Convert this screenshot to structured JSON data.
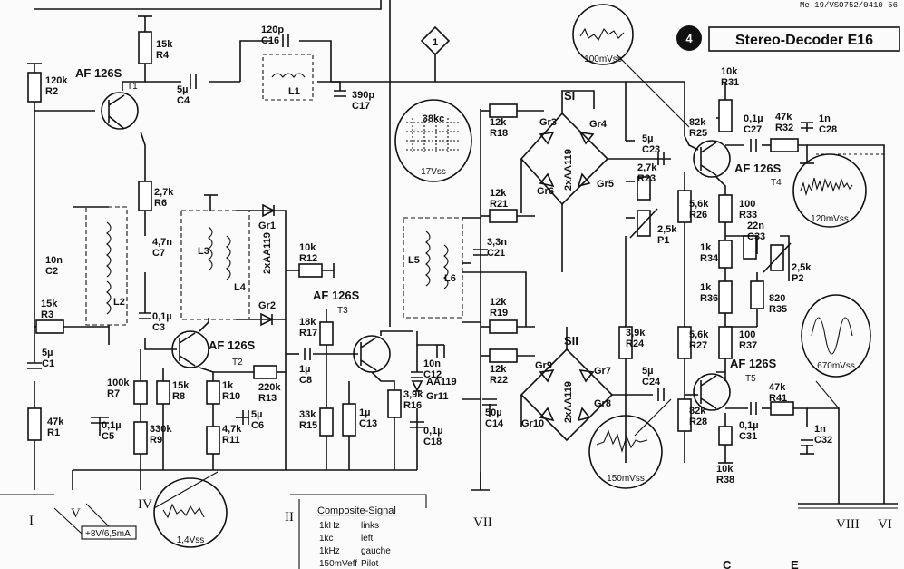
{
  "header": {
    "ref_number": "Me 19/VSO752/0410 56",
    "badge": "4",
    "title": "Stereo-Decoder E16"
  },
  "node_marker": "1",
  "transistors": [
    {
      "id": "T1",
      "type": "AF 126S"
    },
    {
      "id": "T2",
      "type": "AF 126S"
    },
    {
      "id": "T3",
      "type": "AF 126S"
    },
    {
      "id": "T4",
      "type": "AF 126S"
    },
    {
      "id": "T5",
      "type": "AF 126S"
    }
  ],
  "resistors": [
    {
      "id": "R1",
      "value": "47k"
    },
    {
      "id": "R2",
      "value": "120k"
    },
    {
      "id": "R3",
      "value": "15k"
    },
    {
      "id": "R4",
      "value": "15k"
    },
    {
      "id": "R6",
      "value": "2,7k"
    },
    {
      "id": "R7",
      "value": "100k"
    },
    {
      "id": "R8",
      "value": "15k"
    },
    {
      "id": "R9",
      "value": "330k"
    },
    {
      "id": "R10",
      "value": "1k"
    },
    {
      "id": "R11",
      "value": "4,7k"
    },
    {
      "id": "R12",
      "value": "10k"
    },
    {
      "id": "R13",
      "value": "220k"
    },
    {
      "id": "R15",
      "value": "33k"
    },
    {
      "id": "R16",
      "value": "3,9k"
    },
    {
      "id": "R17",
      "value": "18k"
    },
    {
      "id": "R18",
      "value": "12k"
    },
    {
      "id": "R19",
      "value": "12k"
    },
    {
      "id": "R21",
      "value": "12k"
    },
    {
      "id": "R22",
      "value": "12k"
    },
    {
      "id": "R23",
      "value": "2,7k"
    },
    {
      "id": "R24",
      "value": "3,9k"
    },
    {
      "id": "R25",
      "value": "82k"
    },
    {
      "id": "R26",
      "value": "5,6k"
    },
    {
      "id": "R27",
      "value": "5,6k"
    },
    {
      "id": "R28",
      "value": "82k"
    },
    {
      "id": "R31",
      "value": "10k"
    },
    {
      "id": "R32",
      "value": "47k"
    },
    {
      "id": "R33",
      "value": "100"
    },
    {
      "id": "R34",
      "value": "1k"
    },
    {
      "id": "R35",
      "value": "820"
    },
    {
      "id": "R36",
      "value": "1k"
    },
    {
      "id": "R37",
      "value": "100"
    },
    {
      "id": "R38",
      "value": "10k"
    },
    {
      "id": "R41",
      "value": "47k"
    },
    {
      "id": "P1",
      "value": "2,5k"
    },
    {
      "id": "P2",
      "value": "2,5k"
    }
  ],
  "capacitors": [
    {
      "id": "C1",
      "value": "5µ"
    },
    {
      "id": "C2",
      "value": "10n"
    },
    {
      "id": "C3",
      "value": "0,1µ"
    },
    {
      "id": "C4",
      "value": "5µ"
    },
    {
      "id": "C5",
      "value": "0,1µ"
    },
    {
      "id": "C6",
      "value": "5µ"
    },
    {
      "id": "C7",
      "value": "4,7n"
    },
    {
      "id": "C8",
      "value": "1µ"
    },
    {
      "id": "C12",
      "value": "10n"
    },
    {
      "id": "C13",
      "value": "1µ"
    },
    {
      "id": "C14",
      "value": "50µ"
    },
    {
      "id": "C16",
      "value": "120p"
    },
    {
      "id": "C17",
      "value": "390p"
    },
    {
      "id": "C18",
      "value": "0,1µ"
    },
    {
      "id": "C21",
      "value": "3,3n"
    },
    {
      "id": "C23",
      "value": "5µ"
    },
    {
      "id": "C24",
      "value": "5µ"
    },
    {
      "id": "C27",
      "value": "0,1µ"
    },
    {
      "id": "C28",
      "value": "1n"
    },
    {
      "id": "C31",
      "value": "0,1µ"
    },
    {
      "id": "C32",
      "value": "1n"
    },
    {
      "id": "C33",
      "value": "22n"
    }
  ],
  "inductors": [
    "L1",
    "L2",
    "L3",
    "L4",
    "L5",
    "L6"
  ],
  "diodes": {
    "pair": "2xAA119",
    "single": "AA119",
    "labels": [
      "Gr1",
      "Gr2",
      "Gr3",
      "Gr4",
      "Gr5",
      "Gr6",
      "Gr7",
      "Gr8",
      "Gr9",
      "Gr10",
      "Gr11"
    ]
  },
  "bridges": [
    "SI",
    "SII"
  ],
  "waveforms": [
    {
      "id": "wf-100mv",
      "label": "100mVss"
    },
    {
      "id": "wf-38kc",
      "top": "38kc",
      "label": "17Vss"
    },
    {
      "id": "wf-120mv",
      "label": "120mVss"
    },
    {
      "id": "wf-670mv",
      "label": "670mVss"
    },
    {
      "id": "wf-150mv",
      "label": "150mVss"
    },
    {
      "id": "wf-14v",
      "label": "1,4Vss"
    }
  ],
  "terminals": [
    "I",
    "V",
    "IV",
    "II",
    "VII",
    "VIII",
    "VI"
  ],
  "supply": "+8V/6,5mA",
  "composite": {
    "heading": "Composite-Signal",
    "lines": [
      {
        "a": "1kHz",
        "b": "links"
      },
      {
        "a": "1kc",
        "b": "left"
      },
      {
        "a": "1kHz",
        "b": "gauche"
      },
      {
        "a": "150mVeff",
        "b": "Pilot"
      }
    ]
  },
  "corner_letters": [
    "C",
    "E"
  ]
}
